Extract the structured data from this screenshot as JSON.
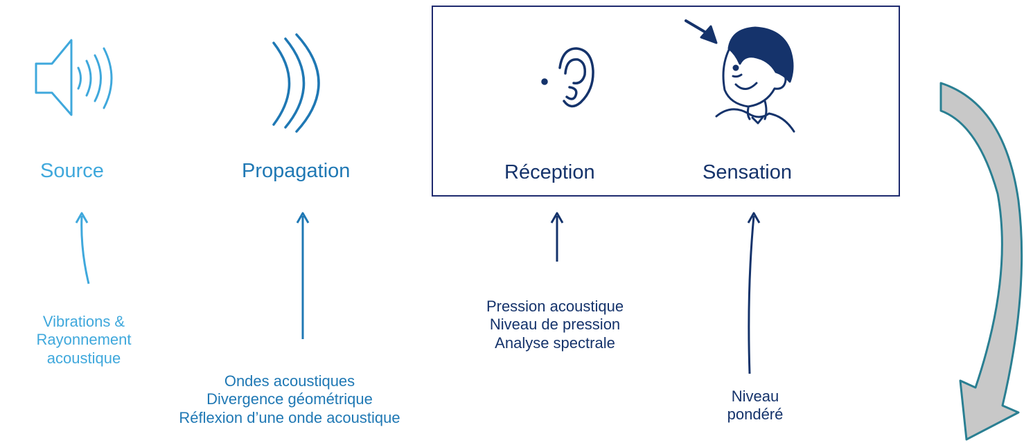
{
  "colors": {
    "source": "#3fa8dc",
    "propagation": "#1f78b4",
    "perception": "#15336b",
    "box_border": "#1e2a6e",
    "cycle_arrow_fill": "#c8c8c8",
    "cycle_arrow_stroke": "#2a7f92"
  },
  "stages": {
    "source": {
      "title": "Source",
      "icon": "speaker-icon",
      "desc": [
        "Vibrations &",
        "Rayonnement",
        "acoustique"
      ]
    },
    "propagation": {
      "title": "Propagation",
      "icon": "sound-waves-icon",
      "desc": [
        "Ondes acoustiques",
        "Divergence géométrique",
        "Réflexion d’une onde acoustique"
      ]
    },
    "reception": {
      "title": "Réception",
      "icon": "ear-icon",
      "desc": [
        "Pression acoustique",
        "Niveau de pression",
        "Analyse spectrale"
      ]
    },
    "sensation": {
      "title": "Sensation",
      "icon": "person-head-icon",
      "desc": [
        "Niveau",
        "pondéré"
      ]
    }
  }
}
